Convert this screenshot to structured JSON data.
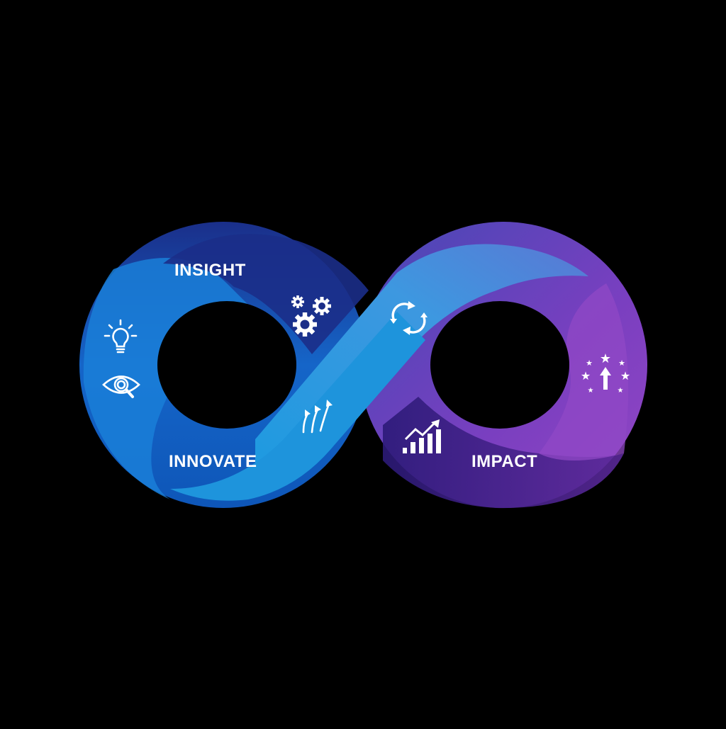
{
  "diagram": {
    "type": "infinity-loop",
    "background": "#000000",
    "stages": [
      {
        "label": "INSIGHT",
        "position": "top-left",
        "icons": [
          "lightbulb-icon",
          "eye-search-icon",
          "gears-icon"
        ]
      },
      {
        "label": "INNOVATE",
        "position": "bottom-left",
        "icons": [
          "rising-arrows-icon"
        ]
      },
      {
        "label": "IMPACT",
        "position": "bottom-right",
        "icons": [
          "growth-chart-icon",
          "stars-arrow-icon"
        ]
      }
    ],
    "center_icon": "refresh-cycle-icon",
    "colors": {
      "left_dark": "#1a2f8a",
      "left_mid": "#0d5bbf",
      "left_light": "#1a7fd8",
      "crossband": "#2aa3e6",
      "right_top": "#4a48b8",
      "right_purple": "#8e44c4",
      "right_dark": "#4a2290",
      "text": "#ffffff"
    }
  }
}
